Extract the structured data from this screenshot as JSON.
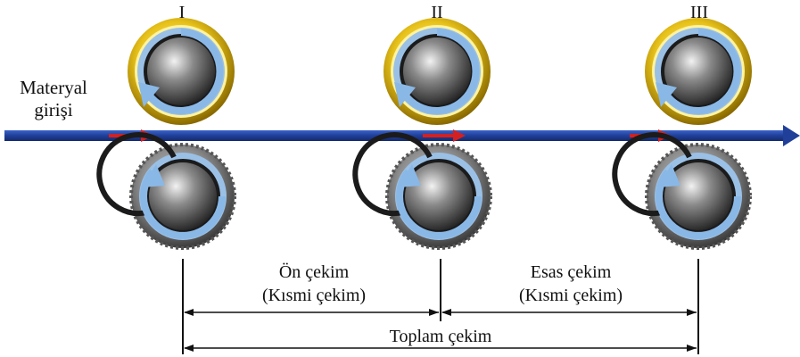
{
  "diagram": {
    "rollers": [
      {
        "id": "I",
        "label": "I"
      },
      {
        "id": "II",
        "label": "II"
      },
      {
        "id": "III",
        "label": "III"
      }
    ],
    "input_label_line1": "Materyal",
    "input_label_line2": "girişi",
    "pre_draft_line1": "Ön çekim",
    "pre_draft_line2": "(Kısmi çekim)",
    "main_draft_line1": "Esas çekim",
    "main_draft_line2": "(Kısmi çekim)",
    "total_draft": "Toplam çekim",
    "colors": {
      "material_line": "#1f3f99",
      "feed_arrow": "#d42020",
      "top_ring": "#e8c21a",
      "rotation_arrow": "#8ab8e6",
      "roller_core": "#5a5a5a"
    }
  }
}
